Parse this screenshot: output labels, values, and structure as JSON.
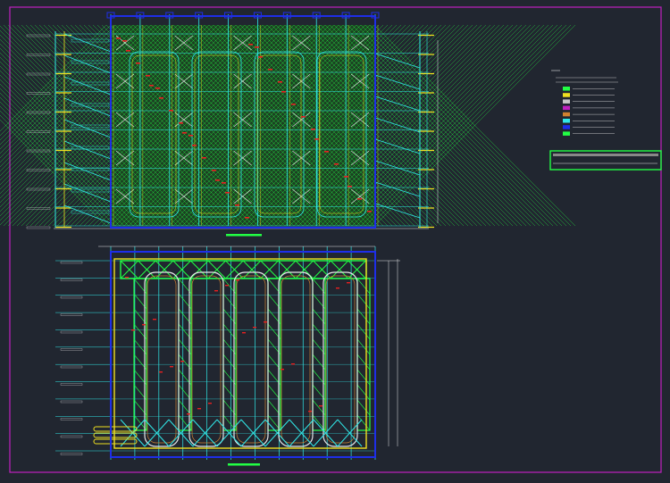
{
  "colors": {
    "background": "#212630",
    "frame": "#c020c0",
    "green": "#22ff44",
    "yellow": "#f0e020",
    "cyan": "#30e8e8",
    "blue": "#1e2ee8",
    "red": "#e82020",
    "white": "#e8e8e8"
  },
  "legend": {
    "items": [
      {
        "color": "#22ff44",
        "label": ""
      },
      {
        "color": "#f0e020",
        "label": ""
      },
      {
        "color": "#c8c8c8",
        "label": ""
      },
      {
        "color": "#c020c0",
        "label": ""
      },
      {
        "color": "#d08030",
        "label": ""
      },
      {
        "color": "#30e8e8",
        "label": ""
      },
      {
        "color": "#1e2ee8",
        "label": ""
      },
      {
        "color": "#22ff44",
        "label": ""
      }
    ]
  },
  "plans": [
    {
      "name": "upper-plan",
      "levels": 10,
      "columns": 9
    },
    {
      "name": "lower-plan",
      "levels": 11,
      "columns": 11
    }
  ]
}
